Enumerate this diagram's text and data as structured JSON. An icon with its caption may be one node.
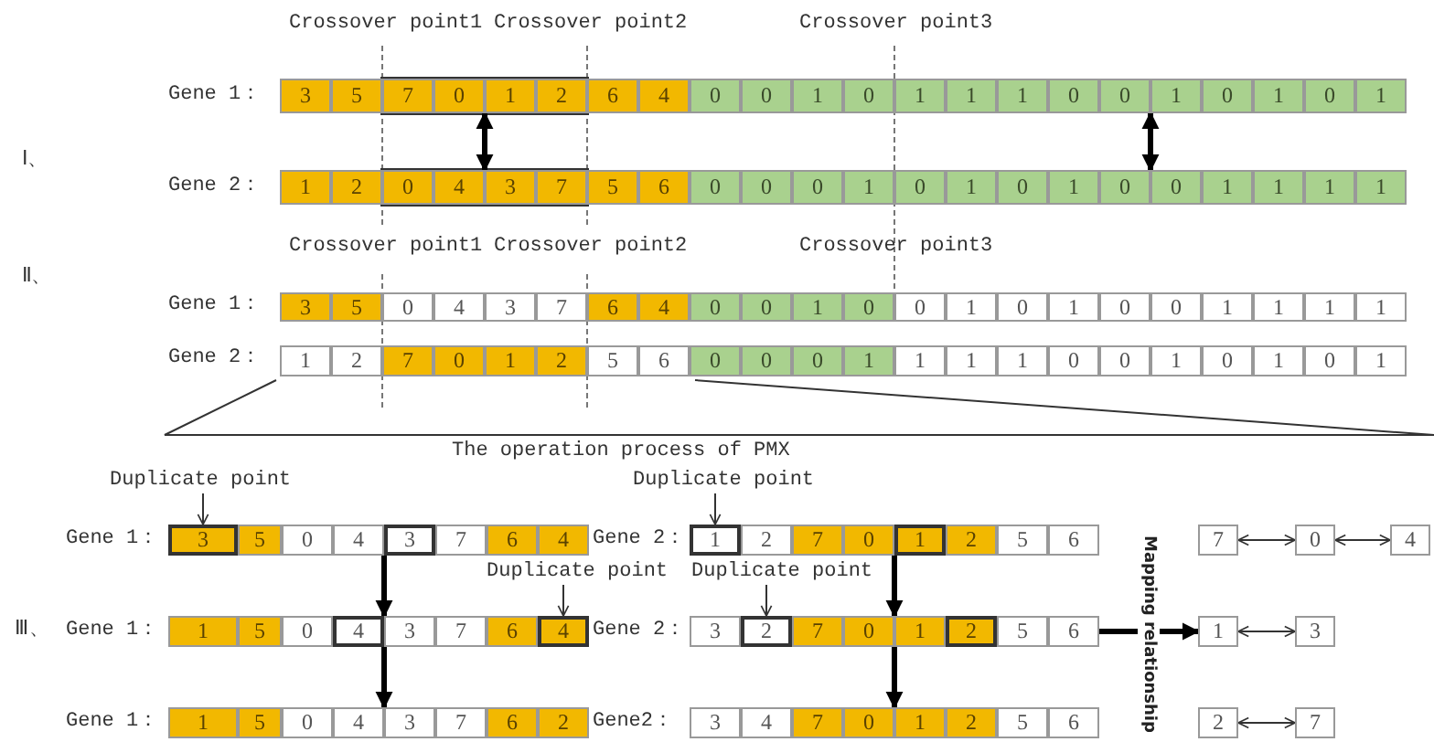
{
  "diagram": {
    "nodes": [
      {
        "text": [
          "3"
        ]
      },
      {
        "text": [
          "5"
        ]
      },
      {
        "text": [
          "7"
        ]
      },
      {
        "text": [
          "0"
        ]
      },
      {
        "text": [
          "1"
        ]
      },
      {
        "text": [
          "2"
        ]
      },
      {
        "text": [
          "6"
        ]
      },
      {
        "text": [
          "4"
        ]
      },
      {
        "text": [
          "0"
        ]
      },
      {
        "text": [
          "0"
        ]
      },
      {
        "text": [
          "1"
        ]
      },
      {
        "text": [
          "0"
        ]
      },
      {
        "text": [
          "1"
        ]
      },
      {
        "text": [
          "1"
        ]
      },
      {
        "text": [
          "1"
        ]
      },
      {
        "text": [
          "0"
        ]
      },
      {
        "text": [
          "0"
        ]
      },
      {
        "text": [
          "1"
        ]
      },
      {
        "text": [
          "0"
        ]
      },
      {
        "text": [
          "1"
        ]
      },
      {
        "text": [
          "0"
        ]
      },
      {
        "text": [
          "1"
        ]
      },
      {
        "text": [
          "1"
        ]
      },
      {
        "text": [
          "2"
        ]
      },
      {
        "text": [
          "0"
        ]
      },
      {
        "text": [
          "4"
        ]
      },
      {
        "text": [
          "3"
        ]
      },
      {
        "text": [
          "7"
        ]
      },
      {
        "text": [
          "5"
        ]
      },
      {
        "text": [
          "6"
        ]
      },
      {
        "text": [
          "0"
        ]
      },
      {
        "text": [
          "0"
        ]
      },
      {
        "text": [
          "0"
        ]
      },
      {
        "text": [
          "1"
        ]
      },
      {
        "text": [
          "0"
        ]
      },
      {
        "text": [
          "1"
        ]
      },
      {
        "text": [
          "0"
        ]
      },
      {
        "text": [
          "1"
        ]
      },
      {
        "text": [
          "0"
        ]
      },
      {
        "text": [
          "0"
        ]
      },
      {
        "text": [
          "1"
        ]
      },
      {
        "text": [
          "1"
        ]
      },
      {
        "text": [
          "1"
        ]
      },
      {
        "text": [
          "1"
        ]
      },
      {
        "text": [
          "3"
        ]
      },
      {
        "text": [
          "5"
        ]
      },
      {
        "text": [
          "0"
        ]
      },
      {
        "text": [
          "4"
        ]
      },
      {
        "text": [
          "3"
        ]
      },
      {
        "text": [
          "7"
        ]
      },
      {
        "text": [
          "6"
        ]
      },
      {
        "text": [
          "4"
        ]
      },
      {
        "text": [
          "0"
        ]
      },
      {
        "text": [
          "0"
        ]
      },
      {
        "text": [
          "1"
        ]
      },
      {
        "text": [
          "0"
        ]
      },
      {
        "text": [
          "0"
        ]
      },
      {
        "text": [
          "1"
        ]
      },
      {
        "text": [
          "0"
        ]
      },
      {
        "text": [
          "1"
        ]
      },
      {
        "text": [
          "0"
        ]
      },
      {
        "text": [
          "0"
        ]
      },
      {
        "text": [
          "1"
        ]
      },
      {
        "text": [
          "1"
        ]
      },
      {
        "text": [
          "1"
        ]
      },
      {
        "text": [
          "1"
        ]
      },
      {
        "text": [
          "1"
        ]
      },
      {
        "text": [
          "2"
        ]
      },
      {
        "text": [
          "7"
        ]
      },
      {
        "text": [
          "0"
        ]
      },
      {
        "text": [
          "1"
        ]
      },
      {
        "text": [
          "2"
        ]
      },
      {
        "text": [
          "5"
        ]
      },
      {
        "text": [
          "6"
        ]
      },
      {
        "text": [
          "0"
        ]
      },
      {
        "text": [
          "0"
        ]
      },
      {
        "text": [
          "0"
        ]
      },
      {
        "text": [
          "1"
        ]
      },
      {
        "text": [
          "1"
        ]
      },
      {
        "text": [
          "1"
        ]
      },
      {
        "text": [
          "1"
        ]
      },
      {
        "text": [
          "0"
        ]
      },
      {
        "text": [
          "0"
        ]
      },
      {
        "text": [
          "1"
        ]
      },
      {
        "text": [
          "0"
        ]
      },
      {
        "text": [
          "1"
        ]
      },
      {
        "text": [
          "0"
        ]
      },
      {
        "text": [
          "1"
        ]
      },
      {
        "text": [
          "Duplicate point"
        ]
      },
      {
        "text": [
          "Duplicate point"
        ]
      },
      {
        "text": [
          "3"
        ]
      },
      {
        "text": [
          "5"
        ]
      },
      {
        "text": [
          "0"
        ]
      },
      {
        "text": [
          "4"
        ]
      },
      {
        "text": [
          "3"
        ]
      },
      {
        "text": [
          "7"
        ]
      },
      {
        "text": [
          "6"
        ]
      },
      {
        "text": [
          "4"
        ]
      },
      {
        "text": [
          "1"
        ]
      },
      {
        "text": [
          "2"
        ]
      },
      {
        "text": [
          "7"
        ]
      },
      {
        "text": [
          "0"
        ]
      },
      {
        "text": [
          "1"
        ]
      },
      {
        "text": [
          "2"
        ]
      },
      {
        "text": [
          "5"
        ]
      },
      {
        "text": [
          "6"
        ]
      },
      {
        "text": [
          "7"
        ]
      },
      {
        "text": [
          "0"
        ]
      },
      {
        "text": [
          "4"
        ]
      },
      {
        "text": [
          "Duplicate point"
        ]
      },
      {
        "text": [
          "Duplicate point"
        ]
      },
      {
        "text": [
          "1"
        ]
      },
      {
        "text": [
          "5"
        ]
      },
      {
        "text": [
          "0"
        ]
      },
      {
        "text": [
          "4"
        ]
      },
      {
        "text": [
          "3"
        ]
      },
      {
        "text": [
          "7"
        ]
      },
      {
        "text": [
          "6"
        ]
      },
      {
        "text": [
          "4"
        ]
      },
      {
        "text": [
          "3"
        ]
      },
      {
        "text": [
          "2"
        ]
      },
      {
        "text": [
          "7"
        ]
      },
      {
        "text": [
          "0"
        ]
      },
      {
        "text": [
          "1"
        ]
      },
      {
        "text": [
          "2"
        ]
      },
      {
        "text": [
          "5"
        ]
      },
      {
        "text": [
          "6"
        ]
      },
      {
        "text": [
          "1"
        ]
      },
      {
        "text": [
          "3"
        ]
      },
      {
        "text": [
          "1"
        ]
      },
      {
        "text": [
          "5"
        ]
      },
      {
        "text": [
          "0"
        ]
      },
      {
        "text": [
          "4"
        ]
      },
      {
        "text": [
          "3"
        ]
      },
      {
        "text": [
          "7"
        ]
      },
      {
        "text": [
          "6"
        ]
      },
      {
        "text": [
          "2"
        ]
      },
      {
        "text": [
          "3"
        ]
      },
      {
        "text": [
          "4"
        ]
      },
      {
        "text": [
          "7"
        ]
      },
      {
        "text": [
          "0"
        ]
      },
      {
        "text": [
          "1"
        ]
      },
      {
        "text": [
          "2"
        ]
      },
      {
        "text": [
          "5"
        ]
      },
      {
        "text": [
          "6"
        ]
      },
      {
        "text": [
          "2"
        ]
      },
      {
        "text": [
          "7"
        ]
      }
    ],
    "edges": [
      {
        "from": 4,
        "to": 26,
        "arrow": "both",
        "style": "thick"
      },
      {
        "from": 17,
        "to": 39,
        "arrow": "both",
        "style": "thick"
      },
      {
        "from": 88,
        "to": 90,
        "arrow": "to"
      },
      {
        "from": 89,
        "to": 98,
        "arrow": "to"
      },
      {
        "from": 109,
        "to": 118,
        "arrow": "to"
      },
      {
        "from": 110,
        "to": 120,
        "arrow": "to"
      },
      {
        "from": 94,
        "to": 115,
        "arrow": "to",
        "style": "thick"
      },
      {
        "from": 115,
        "to": 133,
        "arrow": "to",
        "style": "thick"
      },
      {
        "from": 102,
        "to": 123,
        "arrow": "to",
        "style": "thick"
      },
      {
        "from": 123,
        "to": 141,
        "arrow": "to",
        "style": "thick"
      },
      {
        "from": 106,
        "to": 107,
        "arrow": "both"
      },
      {
        "from": 107,
        "to": 108,
        "arrow": "both"
      },
      {
        "from": 127,
        "to": 128,
        "arrow": "both"
      },
      {
        "from": 145,
        "to": 146,
        "arrow": "both"
      },
      {
        "from": 126,
        "to": 127,
        "arrow": "to",
        "style": "thick",
        "label": "Mapping relationship"
      }
    ],
    "labels": [
      "Crossover point1",
      "Crossover point2",
      "Crossover point3",
      "Gene 1：",
      "Ⅰ、",
      "Gene 2：",
      "Crossover point1",
      "Crossover point2",
      "Crossover point3",
      "Gene 1：",
      "Ⅱ、",
      "Gene 2：",
      "The operation process of PMX",
      "Gene 1：",
      "Gene 2：",
      "Ⅲ、",
      "Gene 1：",
      "Gene 2：",
      "Gene 1：",
      "Gene2："
    ]
  }
}
